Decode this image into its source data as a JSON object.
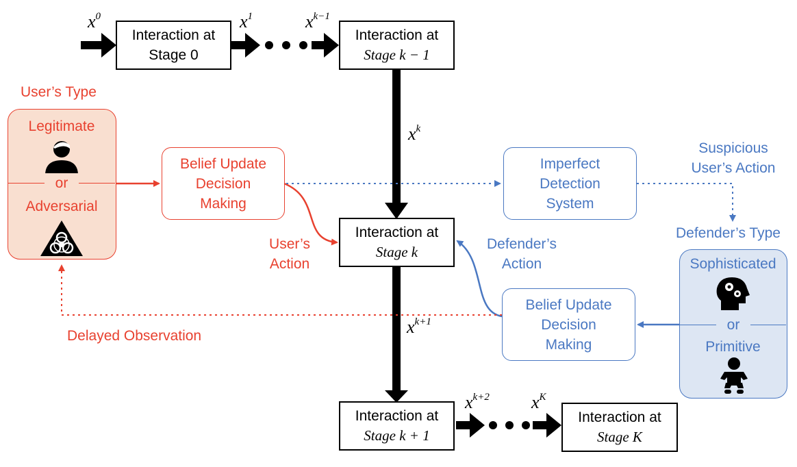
{
  "stages": {
    "stage0": [
      "Interaction at",
      "Stage 0"
    ],
    "stage_km1": [
      "Interaction at",
      "Stage k − 1"
    ],
    "stage_k": [
      "Interaction at",
      "Stage k"
    ],
    "stage_kp1": [
      "Interaction at",
      "Stage k + 1"
    ],
    "stage_K": [
      "Interaction at",
      "Stage K"
    ]
  },
  "states": {
    "x0": {
      "base": "x",
      "sup": "0"
    },
    "x1": {
      "base": "x",
      "sup": "1"
    },
    "xkm1": {
      "base": "x",
      "sup": "k−1"
    },
    "xk": {
      "base": "x",
      "sup": "k"
    },
    "xkp1": {
      "base": "x",
      "sup": "k+1"
    },
    "xkp2": {
      "base": "x",
      "sup": "k+2"
    },
    "xK": {
      "base": "x",
      "sup": "K"
    }
  },
  "user": {
    "type_title": "User’s Type",
    "legitimate": "Legitimate",
    "or": "or",
    "adversarial": "Adversarial",
    "belief_box": [
      "Belief Update",
      "Decision",
      "Making"
    ],
    "action": [
      "User’s",
      "Action"
    ],
    "delayed": "Delayed Observation",
    "icons": [
      "person-icon",
      "biohazard-icon"
    ]
  },
  "detection": {
    "box": [
      "Imperfect",
      "Detection",
      "System"
    ],
    "suspicious": [
      "Suspicious",
      "User’s Action"
    ]
  },
  "defender": {
    "type_title": "Defender’s Type",
    "sophisticated": "Sophisticated",
    "or": "or",
    "primitive": "Primitive",
    "belief_box": [
      "Belief Update",
      "Decision",
      "Making"
    ],
    "action": [
      "Defender’s",
      "Action"
    ],
    "icons": [
      "head-gears-icon",
      "baby-icon"
    ]
  },
  "colors": {
    "user": "#e8412f",
    "defender": "#4a78c2",
    "user_fill": "#f9dfd0",
    "defender_fill": "#dde6f3"
  }
}
